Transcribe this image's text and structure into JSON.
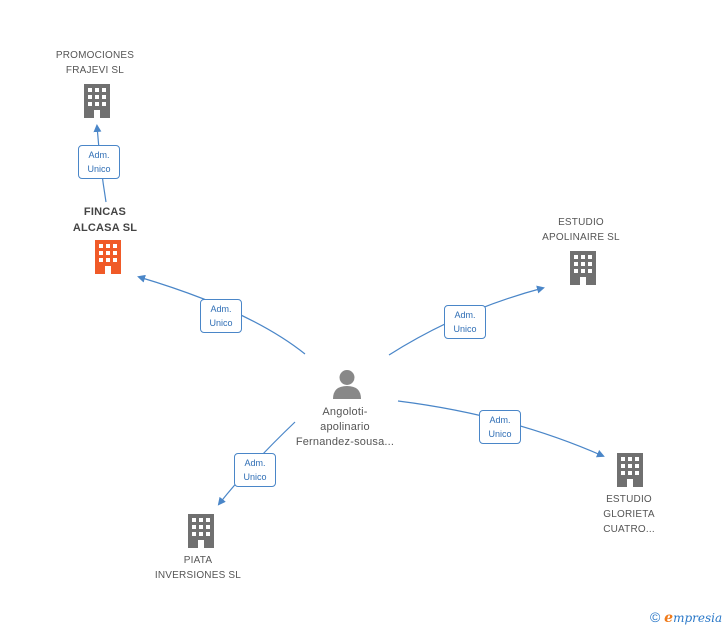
{
  "colors": {
    "edge": "#4a86c8",
    "building": "#707070",
    "building_highlight": "#f05a28",
    "person": "#888888"
  },
  "nodes": {
    "promociones": {
      "lines": [
        "PROMOCIONES",
        "FRAJEVI  SL"
      ],
      "icon": "building-icon"
    },
    "fincas": {
      "lines": [
        "FINCAS",
        "ALCASA SL"
      ],
      "icon": "building-icon",
      "highlight": true
    },
    "estudio_apolinaire": {
      "lines": [
        "ESTUDIO",
        "APOLINAIRE  SL"
      ],
      "icon": "building-icon"
    },
    "person": {
      "lines": [
        "Angoloti-",
        "apolinario",
        "Fernandez-sousa..."
      ],
      "icon": "person-icon"
    },
    "estudio_glorieta": {
      "lines": [
        "ESTUDIO",
        "GLORIETA",
        "CUATRO..."
      ],
      "icon": "building-icon"
    },
    "piata": {
      "lines": [
        "PIATA",
        "INVERSIONES SL"
      ],
      "icon": "building-icon"
    }
  },
  "relations": [
    {
      "from": "fincas",
      "to": "promociones",
      "lines": [
        "Adm.",
        "Unico"
      ]
    },
    {
      "from": "person",
      "to": "fincas",
      "lines": [
        "Adm.",
        "Unico"
      ]
    },
    {
      "from": "person",
      "to": "estudio_apolinaire",
      "lines": [
        "Adm.",
        "Unico"
      ]
    },
    {
      "from": "person",
      "to": "estudio_glorieta",
      "lines": [
        "Adm.",
        "Unico"
      ]
    },
    {
      "from": "person",
      "to": "piata",
      "lines": [
        "Adm.",
        "Unico"
      ]
    }
  ],
  "footer": {
    "copyright": "©",
    "brand_initial": "e",
    "brand_rest": "mpresia"
  }
}
